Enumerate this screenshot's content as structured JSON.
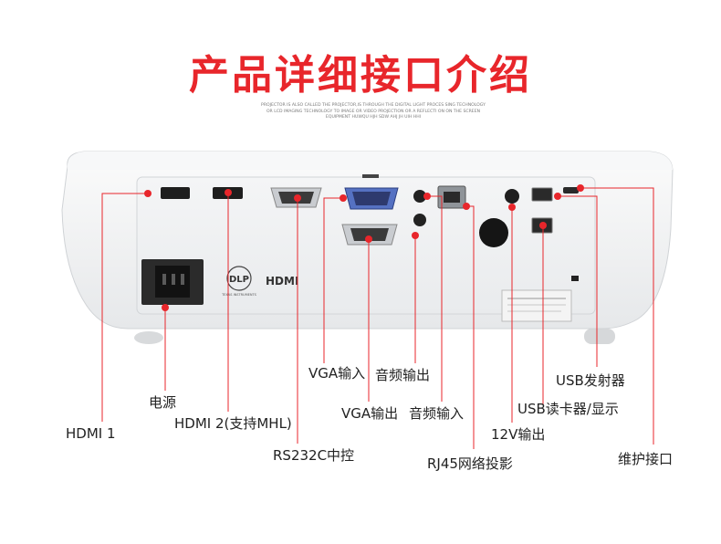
{
  "header": {
    "title": "产品详细接口介绍",
    "subtitle": "PROJECTOR IS ALSO CALLED THE PROJECTOR,IS THROUGH THE DIGITAL LIGHT PROCES SING TECHNOLOGY OR LCD IMAGING TECHNOLOGY TO IMAGE OR VIDEO PROJECTION OR A REFLECTI ON ON THE SCREEN EQUIPMENT HUWQU HJH SDW AHJ JH UIH HHI"
  },
  "device": {
    "dlp_logo": "DLP",
    "dlp_sub": "TEXAS INSTRUMENTS",
    "hdmi_logo": "HDMI"
  },
  "callouts": [
    {
      "id": "hdmi1",
      "label": "HDMI 1"
    },
    {
      "id": "power",
      "label": "电源"
    },
    {
      "id": "hdmi2",
      "label": "HDMI 2(支持MHL)"
    },
    {
      "id": "rs232",
      "label": "RS232C中控"
    },
    {
      "id": "vga-in",
      "label": "VGA输入"
    },
    {
      "id": "vga-out",
      "label": "VGA输出"
    },
    {
      "id": "audio-out",
      "label": "音频输出"
    },
    {
      "id": "audio-in",
      "label": "音频输入"
    },
    {
      "id": "rj45",
      "label": "RJ45网络投影"
    },
    {
      "id": "dc12v",
      "label": "12V输出"
    },
    {
      "id": "usb-reader",
      "label": "USB读卡器/显示"
    },
    {
      "id": "usb-tx",
      "label": "USB发射器"
    },
    {
      "id": "service",
      "label": "维护接口"
    }
  ]
}
